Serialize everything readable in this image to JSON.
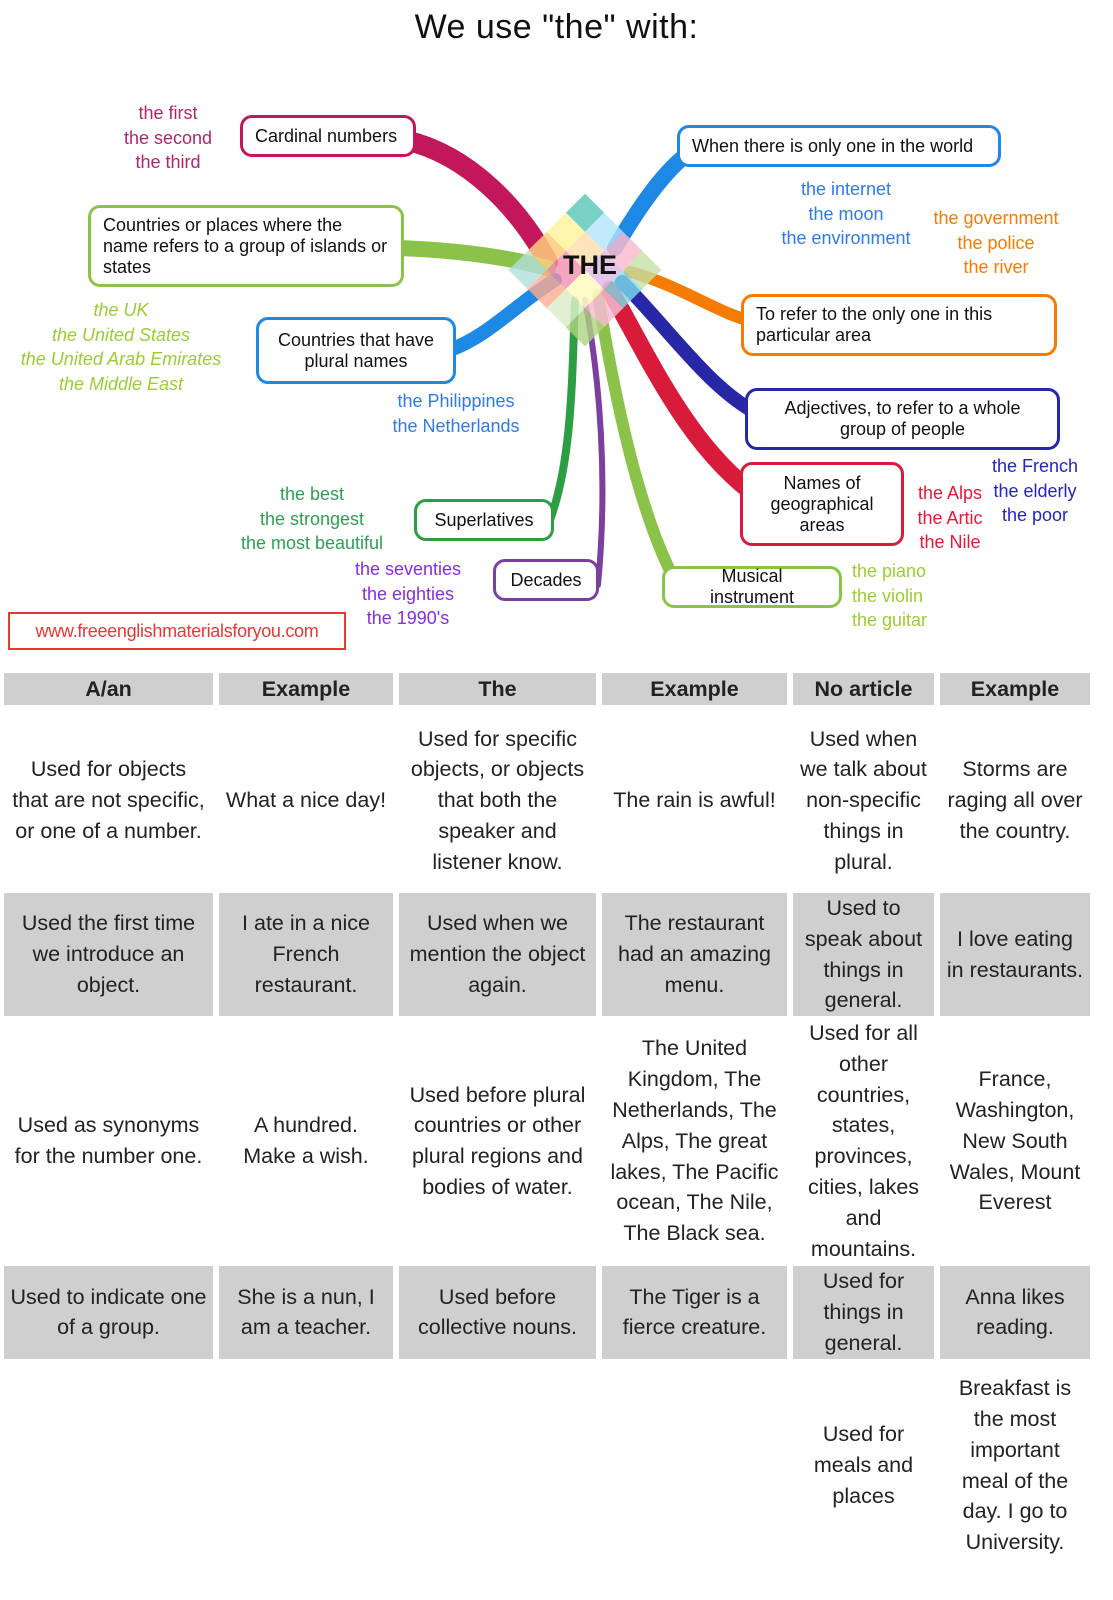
{
  "title": "We use \"the\" with:",
  "center": {
    "label": "THE"
  },
  "nodes": [
    {
      "id": "cardinal",
      "label": "Cardinal numbers",
      "color": "#c2185b",
      "examples": [
        "the first",
        "the second",
        "the third"
      ],
      "example_color": "#b0256e"
    },
    {
      "id": "islands",
      "label": "Countries or places where the name refers to a group of islands or states",
      "color": "#8bc34a",
      "examples": [
        "the UK",
        "the United States",
        "the United Arab Emirates",
        "the Middle East"
      ],
      "example_color": "#9acd32"
    },
    {
      "id": "plural",
      "label": "Countries that have plural names",
      "color": "#1e88e5",
      "examples": [
        "the Philippines",
        "the Netherlands"
      ],
      "example_color": "#2e7be6"
    },
    {
      "id": "superlatives",
      "label": "Superlatives",
      "color": "#2e9e44",
      "examples": [
        "the best",
        "the strongest",
        "the most beautiful"
      ],
      "example_color": "#2e9e54"
    },
    {
      "id": "decades",
      "label": "Decades",
      "color": "#7b3fa0",
      "examples": [
        "the seventies",
        "the eighties",
        "the 1990's"
      ],
      "example_color": "#8a2be2"
    },
    {
      "id": "musical",
      "label": "Musical instrument",
      "color": "#8bc34a",
      "examples": [
        "the piano",
        "the violin",
        "the guitar"
      ],
      "example_color": "#9acd32"
    },
    {
      "id": "geographical",
      "label": "Names of geographical areas",
      "color": "#d81b3a",
      "examples": [
        "the Alps",
        "the Artic",
        "the Nile"
      ],
      "example_color": "#e8173a"
    },
    {
      "id": "adjectives",
      "label": "Adjectives, to refer to a whole group of people",
      "color": "#2727a8",
      "examples": [
        "the French",
        "the elderly",
        "the poor"
      ],
      "example_color": "#2323c8"
    },
    {
      "id": "area",
      "label": "To refer to the only one in this particular area",
      "color": "#f57c00",
      "examples": [
        "the government",
        "the police",
        "the river"
      ],
      "example_color": "#f57c00"
    },
    {
      "id": "world",
      "label": "When there is only one in the world",
      "color": "#1e88e5",
      "examples": [
        "the internet",
        "the moon",
        "the environment"
      ],
      "example_color": "#2e7be6"
    }
  ],
  "website": {
    "label": "www.freeenglishmaterialsforyou.com",
    "color": "#e53935"
  },
  "table": {
    "headers": [
      "A/an",
      "Example",
      "The",
      "Example",
      "No article",
      "Example"
    ],
    "rows": [
      [
        "Used for objects that are not specific, or one of a number.",
        "What a nice day!",
        "Used for specific objects, or objects that both the speaker and listener know.",
        "The rain is awful!",
        "Used when we talk about non-specific things in plural.",
        "Storms are raging all over the country."
      ],
      [
        "Used the first time we introduce an object.",
        "I ate in a nice French restaurant.",
        "Used when we mention the object again.",
        "The restaurant had an amazing menu.",
        "Used to speak about things in general.",
        "I love eating in restaurants."
      ],
      [
        "Used as synonyms for the number one.",
        "A hundred. Make a wish.",
        "Used before plural countries or other plural regions and bodies of water.",
        "The United Kingdom, The Netherlands, The Alps, The great lakes, The Pacific ocean, The Nile, The Black sea.",
        "Used for all other countries, states, provinces, cities, lakes and mountains.",
        "France, Washington, New South Wales, Mount Everest"
      ],
      [
        "Used to indicate one of a group.",
        "She is a nun, I am a teacher.",
        "Used before collective nouns.",
        "The Tiger is a fierce creature.",
        "Used for things in general.",
        "Anna likes reading."
      ],
      [
        "",
        "",
        "",
        "",
        "Used for meals and places",
        "Breakfast is the most important meal of the day. I go to University."
      ]
    ]
  }
}
